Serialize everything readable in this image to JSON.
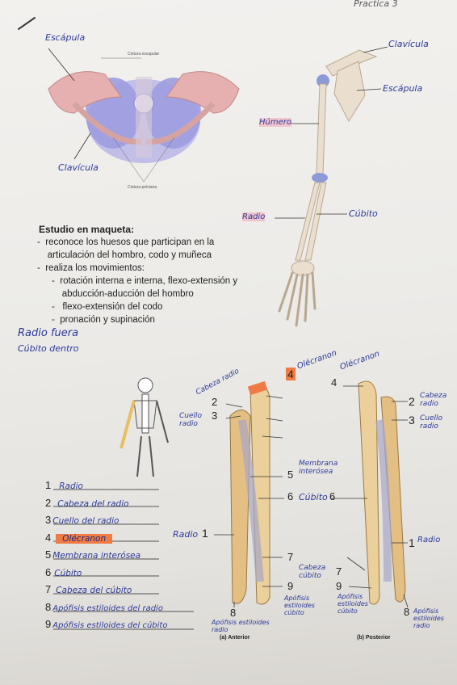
{
  "header": {
    "practice": "Practica 3"
  },
  "pelvis_figure": {
    "caption_top": "Cintura escapular",
    "caption_bottom": "Cintura pelviana",
    "label_scapula": "Escápula",
    "label_clavicle": "Clavícula"
  },
  "arm_figure": {
    "label_clavicle": "Clavícula",
    "label_scapula": "Escápula",
    "label_humerus": "Húmero",
    "label_radius": "Radio",
    "label_ulna": "Cúbito"
  },
  "study": {
    "title": "Estudio en maqueta:",
    "items": [
      "reconoce los huesos que participan en la",
      "articulación del hombro, codo y muñeca",
      "realiza los movimientos:"
    ],
    "subitems": [
      "rotación interna e interna, flexo-extensión y",
      "abducción-aducción del hombro",
      "flexo-extensión del codo",
      "pronación y supinación"
    ]
  },
  "note": {
    "line1": "Radio fuera",
    "line2": "Cúbito dentro"
  },
  "answers": [
    {
      "num": "1",
      "text": "Radio"
    },
    {
      "num": "2",
      "text": "Cabeza del radio"
    },
    {
      "num": "3",
      "text": "Cuello del radio"
    },
    {
      "num": "4",
      "text": "Olécranon"
    },
    {
      "num": "5",
      "text": "Membrana interósea"
    },
    {
      "num": "6",
      "text": "Cúbito"
    },
    {
      "num": "7",
      "text": "Cabeza del cúbito"
    },
    {
      "num": "8",
      "text": "Apófisis estiloides del radio"
    },
    {
      "num": "9",
      "text": "Apófisis estiloides del cúbito"
    }
  ],
  "forearm_anterior": {
    "caption": "(a) Anterior",
    "n4": "4",
    "l4": "Olécranon",
    "l_head": "Cabeza radio",
    "n2": "2",
    "n3": "3",
    "l_neck": "Cuello radio",
    "n5": "5",
    "l5": "Membrana interósea",
    "n6": "6",
    "l6": "Cúbito",
    "l_radio": "Radio",
    "n1": "1",
    "n7": "7",
    "l7": "Cabeza cúbito",
    "n9": "9",
    "l9": "Apófisis estiloides cúbito",
    "n8": "8",
    "l8": "Apófisis estiloides radio"
  },
  "forearm_posterior": {
    "caption": "(b) Posterior",
    "n4": "4",
    "l4": "Olécranon",
    "n2": "2",
    "l2": "Cabeza radio",
    "n3": "3",
    "l3": "Cuello radio",
    "n6": "6",
    "n1": "1",
    "l1": "Radio",
    "n7": "7",
    "n9": "9",
    "l9": "Apófisis estiloides cúbito",
    "n8": "8",
    "l8": "Apófisis estiloides radio"
  }
}
